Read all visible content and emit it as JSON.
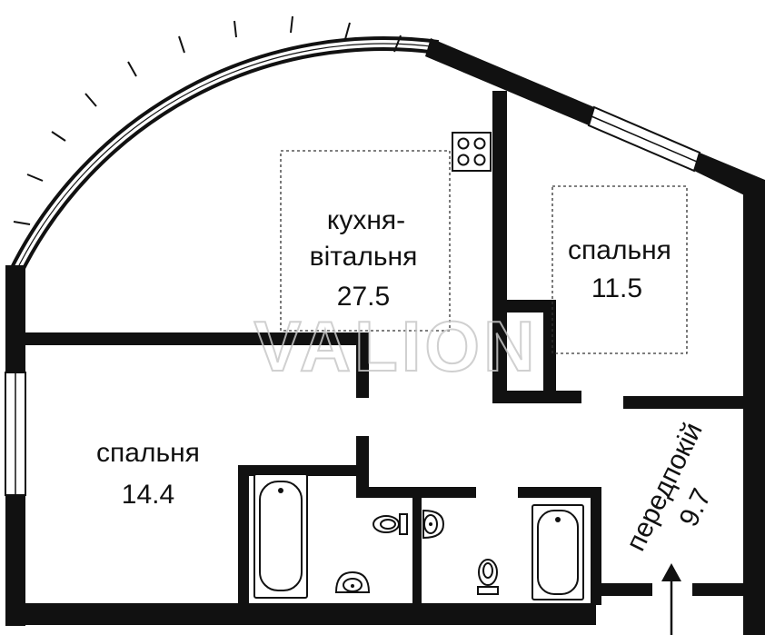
{
  "watermark": "VALION",
  "rooms": {
    "kitchen": {
      "name_line1": "кухня-",
      "name_line2": "вітальня",
      "area": "27.5"
    },
    "bedroom_right": {
      "name": "спальня",
      "area": "11.5"
    },
    "bedroom_left": {
      "name": "спальня",
      "area": "14.4"
    },
    "hallway": {
      "name": "передпокій",
      "area": "9.7"
    }
  },
  "colors": {
    "walls": "#111111",
    "background": "#ffffff",
    "watermark": "#c8c8c8"
  },
  "icons": [
    "stove-icon",
    "bathtub-icon",
    "sink-icon",
    "toilet-icon",
    "entrance-arrow-icon"
  ]
}
